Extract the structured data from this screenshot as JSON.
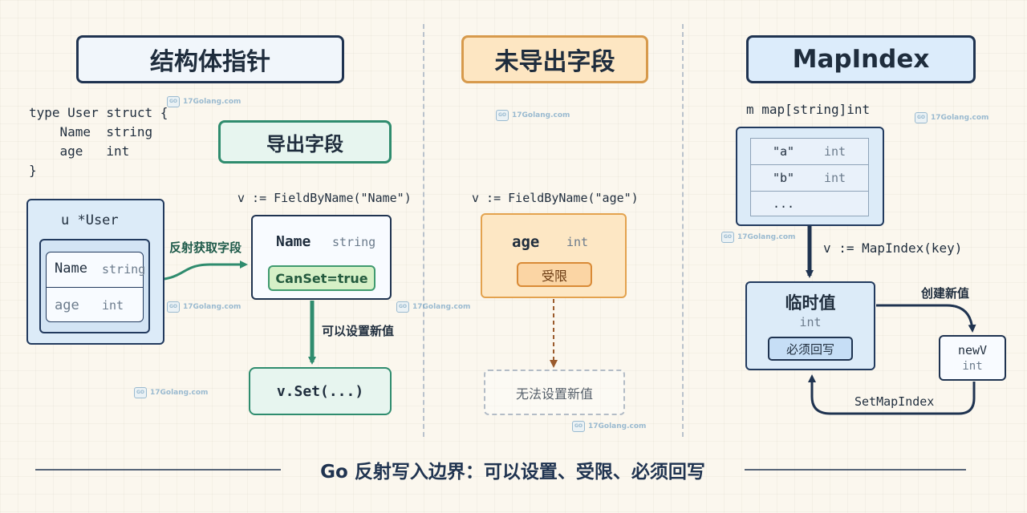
{
  "titles": {
    "pointer": "结构体指针",
    "unexported": "未导出字段",
    "mapindex": "MapIndex"
  },
  "left": {
    "struct_code": "type User struct {\n    Name  string\n    age   int\n}",
    "u_label": "u *User",
    "field_name": "Name",
    "field_name_type": "string",
    "field_age": "age",
    "field_age_type": "int",
    "arrow_label": "反射获取字段",
    "exported_title": "导出字段",
    "fieldbyname_call": "v := FieldByName(\"Name\")",
    "v_name": "Name",
    "v_name_type": "string",
    "canset": "CanSet=true",
    "set_arrow_label": "可以设置新值",
    "set_call": "v.Set(...)"
  },
  "middle": {
    "fieldbyname_call": "v := FieldByName(\"age\")",
    "field": "age",
    "field_type": "int",
    "badge": "受限",
    "result": "无法设置新值"
  },
  "right": {
    "map_decl": "m map[string]int",
    "rows": [
      {
        "key": "\"a\"",
        "type": "int"
      },
      {
        "key": "\"b\"",
        "type": "int"
      },
      {
        "key": "...",
        "type": ""
      }
    ],
    "mapindex_call": "v := MapIndex(key)",
    "temp_title": "临时值",
    "temp_type": "int",
    "writeback": "必须回写",
    "create_label": "创建新值",
    "newv_name": "newV",
    "newv_type": "int",
    "setmapindex": "SetMapIndex"
  },
  "footer": "Go 反射写入边界：可以设置、受限、必须回写",
  "watermark": "17Golang.com",
  "colors": {
    "navy": "#1f3350",
    "green": "#2f8c6e",
    "orange": "#d79a4c",
    "brown": "#9a5a2b",
    "blue_fill": "#dcebf8"
  }
}
